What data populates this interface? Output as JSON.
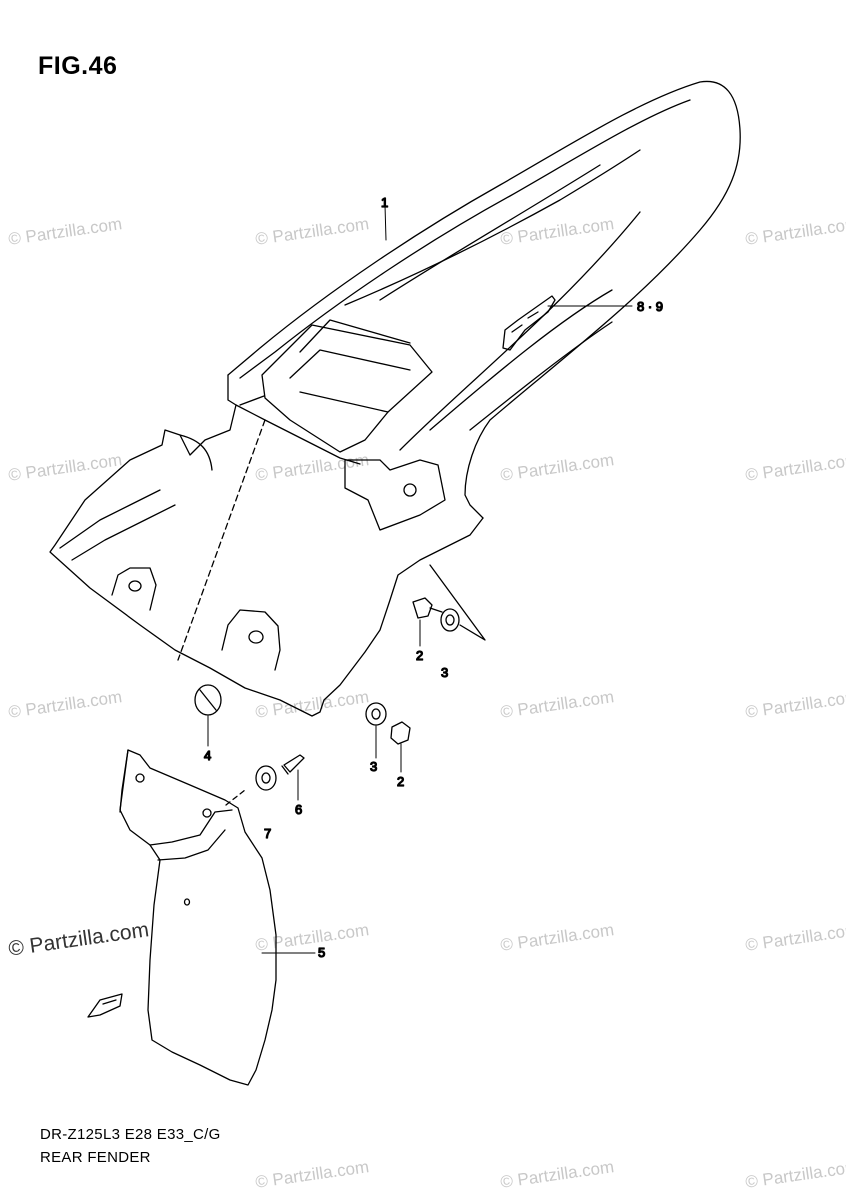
{
  "figure": {
    "title": "FIG.46"
  },
  "footer": {
    "model_code": "DR-Z125L3 E28 E33_C/G",
    "caption": "REAR FENDER"
  },
  "watermark": {
    "text": "© Partzilla.com",
    "feature_text": "© Partzilla.com"
  },
  "callouts": [
    "1",
    "8 · 9",
    "2",
    "3",
    "4",
    "3",
    "2",
    "6",
    "7",
    "5"
  ],
  "colors": {
    "line": "#000000",
    "watermark": "#c8c8c8",
    "background": "#ffffff"
  }
}
